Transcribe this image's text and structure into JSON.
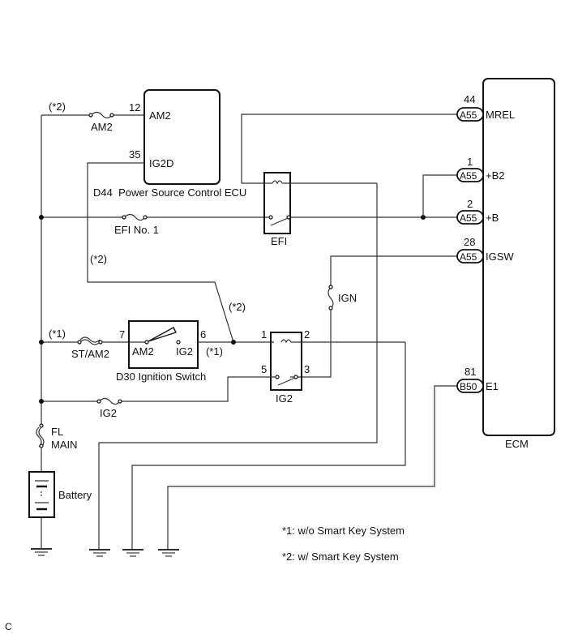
{
  "diagram": {
    "components": {
      "power_source_ecu": {
        "label": "D44  Power Source Control ECU",
        "pins": [
          {
            "num": "12",
            "name": "AM2"
          },
          {
            "num": "35",
            "name": "IG2D"
          }
        ]
      },
      "ignition_switch": {
        "label": "D30 Ignition Switch",
        "pins": [
          {
            "num": "7"
          },
          {
            "num": "6"
          }
        ],
        "contacts": [
          "AM2",
          "IG2"
        ]
      },
      "ecm": {
        "label": "ECM",
        "pins": [
          {
            "num": "44",
            "conn": "A55",
            "name": "MREL"
          },
          {
            "num": "1",
            "conn": "A55",
            "name": "+B2"
          },
          {
            "num": "2",
            "conn": "A55",
            "name": "+B"
          },
          {
            "num": "28",
            "conn": "A55",
            "name": "IGSW"
          },
          {
            "num": "81",
            "conn": "B50",
            "name": "E1"
          }
        ]
      },
      "efi_relay": {
        "label": "EFI"
      },
      "ig2_relay": {
        "label": "IG2",
        "pins": [
          "1",
          "2",
          "5",
          "3"
        ]
      },
      "battery": {
        "label": "Battery"
      }
    },
    "fuses": {
      "am2": "AM2",
      "efi_no1": "EFI No. 1",
      "st_am2": "ST/AM2",
      "ig2": "IG2",
      "fl_main_1": "FL",
      "fl_main_2": "MAIN",
      "ign": "IGN"
    },
    "annotations": {
      "n2a": "(*2)",
      "n2b": "(*2)",
      "n2c": "(*2)",
      "n1a": "(*1)",
      "n1b": "(*1)"
    },
    "notes": [
      "*1: w/o Smart Key System",
      "*2: w/ Smart Key System"
    ],
    "corner_label": "C"
  }
}
